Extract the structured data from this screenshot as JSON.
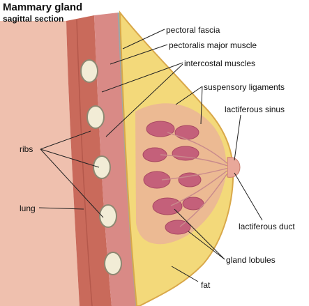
{
  "title": "Mammary gland",
  "subtitle": "sagittal section",
  "labels": {
    "pectoral_fascia": "pectoral fascia",
    "pectoralis_major": "pectoralis major muscle",
    "intercostal": "intercostal muscles",
    "suspensory": "suspensory ligaments",
    "lactiferous_sinus": "lactiferous sinus",
    "ribs": "ribs",
    "lung": "lung",
    "lactiferous_duct": "lactiferous duct",
    "gland_lobules": "gland lobules",
    "fat": "fat"
  },
  "colors": {
    "fat": "#f3d97a",
    "muscle": "#c96a5b",
    "pectoral": "#d98a86",
    "gland": "#c4607a",
    "lung": "#ecb8a6",
    "rib": "#f2ecd6"
  }
}
